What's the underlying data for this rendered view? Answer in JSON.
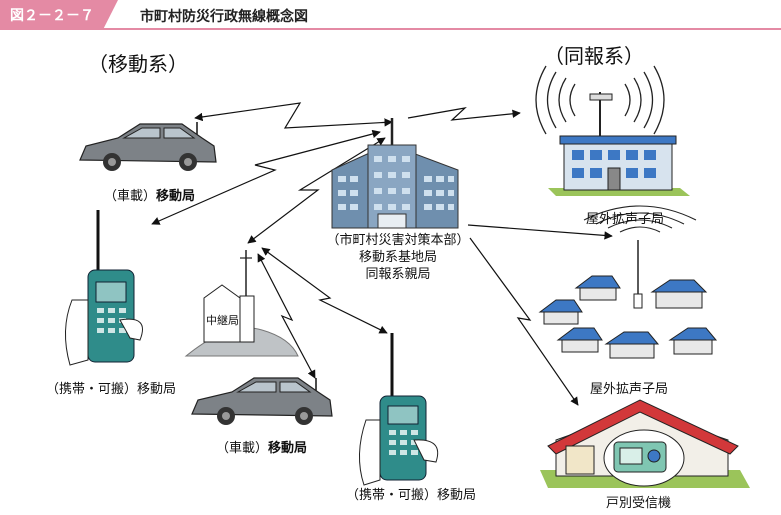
{
  "header": {
    "figure_label": "図２－２－７",
    "title": "市町村防災行政無線概念図"
  },
  "groups": {
    "mobile": "（移動系）",
    "broadcast": "（同報系）"
  },
  "hq": {
    "line1": "（市町村災害対策本部）",
    "line2": "移動系基地局",
    "line3": "同報系親局"
  },
  "labels": {
    "car_top_prefix": "（車載）",
    "car_top_bold": "移動局",
    "portable_left": "（携帯・可搬）移動局",
    "relay": "中継局",
    "car_bottom_prefix": "（車載）",
    "car_bottom_bold": "移動局",
    "portable_bottom": "（携帯・可搬）移動局",
    "outdoor_speaker_1": "屋外拡声子局",
    "outdoor_speaker_2": "屋外拡声子局",
    "household_receiver": "戸別受信機"
  },
  "colors": {
    "header_pink": "#e48aa4",
    "building_blue": "#6f8fae",
    "roof_blue": "#3d78c4",
    "radio_teal": "#2f8c8a",
    "car_gray": "#7d8287"
  }
}
